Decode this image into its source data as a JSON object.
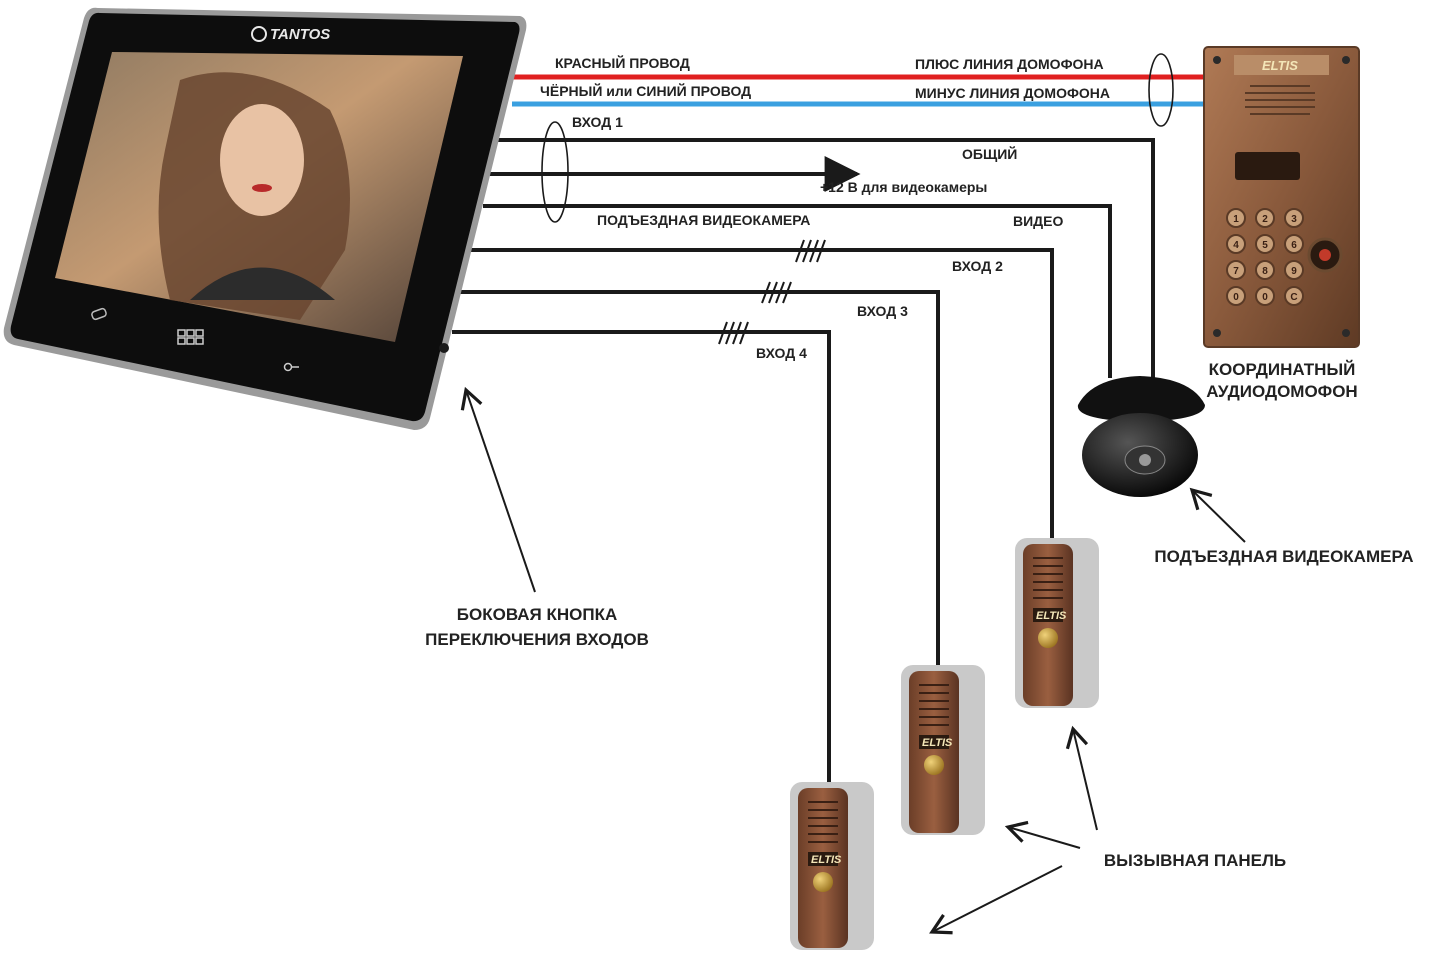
{
  "monitor": {
    "brand": "TANTOS"
  },
  "intercom": {
    "brand": "ELTIS"
  },
  "wires": {
    "red_wire": "КРАСНЫЙ  ПРОВОД",
    "black_blue_wire": "ЧЁРНЫЙ или СИНИЙ  ПРОВОД",
    "plus_line": "ПЛЮС  ЛИНИЯ ДОМОФОНА",
    "minus_line": "МИНУС ЛИНИЯ ДОМОФОНА",
    "input1": "ВХОД 1",
    "common": "ОБЩИЙ",
    "power": "+12 В для видеокамеры",
    "entrance_camera_wire": "ПОДЪЕЗДНАЯ ВИДЕОКАМЕРА",
    "video": "ВИДЕО",
    "input2": "ВХОД 2",
    "input3": "ВХОД 3",
    "input4": "ВХОД 4"
  },
  "labels": {
    "intercom_line1": "КООРДИНАТНЫЙ",
    "intercom_line2": "АУДИОДОМОФОН",
    "camera": "ПОДЪЕЗДНАЯ ВИДЕОКАМЕРА",
    "side_button_line1": "БОКОВАЯ КНОПКА",
    "side_button_line2": "ПЕРЕКЛЮЧЕНИЯ ВХОДОВ",
    "call_panel": "ВЫЗЫВНАЯ ПАНЕЛЬ"
  },
  "keypad": [
    "1",
    "2",
    "3",
    "4",
    "5",
    "6",
    "7",
    "8",
    "9",
    "0",
    "0",
    "C"
  ],
  "colors": {
    "red_wire": "#e02020",
    "blue_wire": "#3aa0e0",
    "black_wire": "#1a1a1a",
    "bronze": "#8a5a3c"
  }
}
